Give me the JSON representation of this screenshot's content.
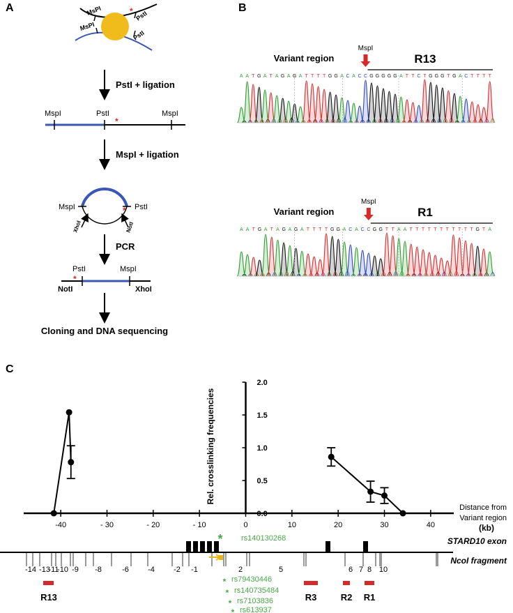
{
  "panelA": {
    "label": "A",
    "top_diagram": {
      "mspi_upper": "MsPI",
      "mspi_lower": "MsPI",
      "psti_upper": "PstI",
      "psti_lower": "PstI"
    },
    "step1_label": "PstI + ligation",
    "line1": {
      "mspi_left": "MspI",
      "psti": "PstI",
      "mspi_right": "MspI"
    },
    "step2_label": "MspI + ligation",
    "circle": {
      "mspi": "MspI",
      "psti": "PstI",
      "xhoi": "XhoI",
      "noti": "NotI"
    },
    "step3_label": "PCR",
    "product": {
      "psti": "PstI",
      "mspi": "MspI",
      "noti": "NotI",
      "xhoi": "XhoI"
    },
    "final_label": "Cloning and DNA sequencing",
    "colors": {
      "blue": "#3a57b5",
      "yellow": "#f0bc1c",
      "red_star": "#d92a2a"
    }
  },
  "panelB": {
    "label": "B",
    "traces": [
      {
        "variant_label": "Variant region",
        "enzyme": "MspI",
        "region": "R13",
        "sequence": "AATGATAGAGATTTTGGACACCGGGGGATTCTGGGTGACTTTT",
        "split_index": 21
      },
      {
        "variant_label": "Variant region",
        "enzyme": "MspI",
        "region": "R1",
        "sequence": "AATGATAGAGATTTTGGACACCGGTTAATTTTTTTTTTTGTA",
        "split_index": 21
      }
    ],
    "base_colors": {
      "A": "#2f9e2f",
      "T": "#d32f2f",
      "G": "#111111",
      "C": "#2d49c4"
    }
  },
  "panelC": {
    "label": "C",
    "chart_data": {
      "type": "line",
      "ylabel": "Rel. crosslinking frequencies",
      "xlabel": "Distance from Variant region",
      "x_unit": "(kb)",
      "xlim": [
        -45,
        45
      ],
      "ylim": [
        0,
        2.0
      ],
      "xticks": [
        -40,
        -30,
        -20,
        -10,
        0,
        10,
        20,
        30,
        40
      ],
      "xtick_labels": [
        "-40",
        "- 30",
        "- 20",
        "- 10",
        "0",
        "10",
        "20",
        "30",
        "40"
      ],
      "yticks": [
        0.0,
        0.5,
        1.0,
        1.5,
        2.0
      ],
      "ytick_labels": [
        "0.0",
        "0.5",
        "1.0",
        "1.5",
        "2.0"
      ],
      "series": [
        {
          "points": [
            {
              "x": -41.5,
              "y": 0.0
            },
            {
              "x": -38.2,
              "y": 1.54
            },
            {
              "x": -37.8,
              "y": 0.78,
              "err": 0.25
            }
          ]
        },
        {
          "points": [
            {
              "x": 18.5,
              "y": 0.86,
              "err": 0.14
            },
            {
              "x": 27,
              "y": 0.33,
              "err": 0.16
            },
            {
              "x": 30,
              "y": 0.27,
              "err": 0.12
            },
            {
              "x": 34,
              "y": 0.0
            }
          ]
        }
      ]
    },
    "track": {
      "exon_label": "STARD10 exon",
      "ncoi_label": "NcoI fragment",
      "snp_top": "rs140130268",
      "snps_bottom": [
        "rs79430446",
        "rs140735484",
        "rs7103836",
        "rs613937"
      ],
      "fragment_labels": [
        "-14",
        "-13",
        "-11",
        "-10",
        "-9",
        "-8",
        "-6",
        "-4",
        "-2",
        "-1",
        "2",
        "5",
        "6",
        "7",
        "8",
        "10"
      ],
      "regions": [
        "R13",
        "R3",
        "R2",
        "R1"
      ],
      "colors": {
        "snp": "#4aa84a",
        "region": "#d62a2a",
        "arrow": "#e8b51e"
      }
    }
  }
}
